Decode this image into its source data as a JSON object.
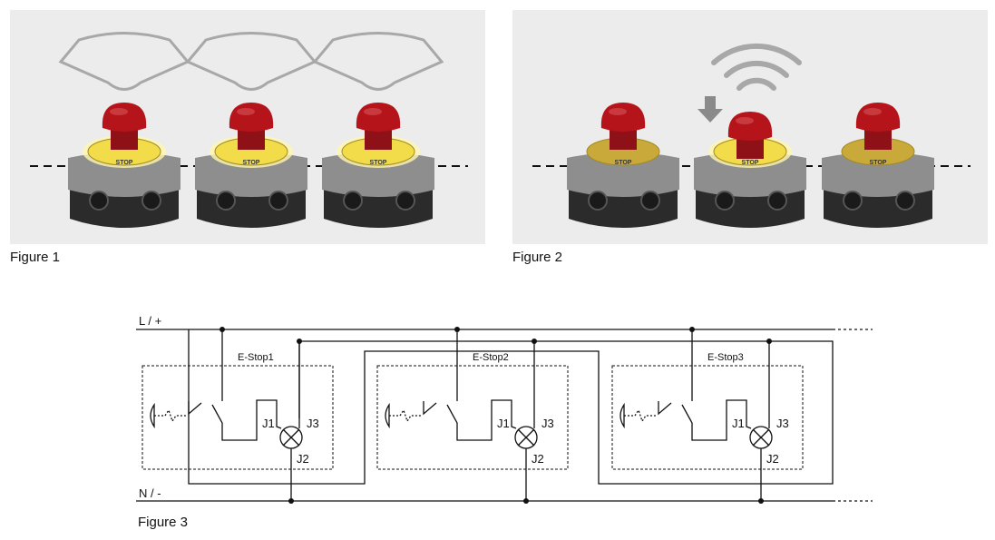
{
  "figure1": {
    "caption": "Figure 1",
    "ring_text": "STOP",
    "devices": [
      {
        "name": "estop-1",
        "illuminated": true
      },
      {
        "name": "estop-2",
        "illuminated": true
      },
      {
        "name": "estop-3",
        "illuminated": true
      }
    ]
  },
  "figure2": {
    "caption": "Figure 2",
    "ring_text": "STOP",
    "devices": [
      {
        "name": "estop-1",
        "illuminated": false,
        "pressed": false
      },
      {
        "name": "estop-2",
        "illuminated": true,
        "pressed": true
      },
      {
        "name": "estop-3",
        "illuminated": false,
        "pressed": false
      }
    ]
  },
  "figure3": {
    "caption": "Figure 3",
    "line_label": "L / +",
    "neutral_label": "N / -",
    "stations": [
      {
        "name": "E-Stop1",
        "j1": "J1",
        "j2": "J2",
        "j3": "J3"
      },
      {
        "name": "E-Stop2",
        "j1": "J1",
        "j2": "J2",
        "j3": "J3"
      },
      {
        "name": "E-Stop3",
        "j1": "J1",
        "j2": "J2",
        "j3": "J3"
      }
    ]
  },
  "colors": {
    "panel_bg": "#ececec",
    "button_red": "#b5141b",
    "ring_yellow": "#f2dc4a",
    "ring_dim": "#c9a93a",
    "housing_grey": "#8e8e8e",
    "housing_black": "#2b2b2b",
    "signal_grey": "#a8a8a8"
  }
}
